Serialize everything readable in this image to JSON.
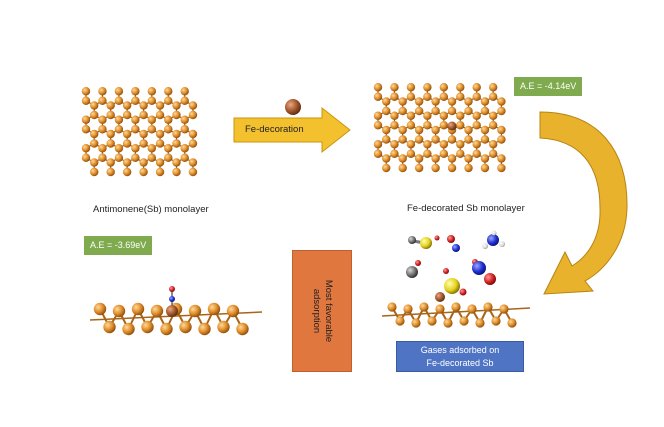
{
  "labels": {
    "pristine_caption": "Antimonene(Sb) monolayer",
    "decorated_caption": "Fe-decorated Sb monolayer",
    "decoration_arrow": "Fe-decoration",
    "ae_decorated": "A.E = -4.14eV",
    "ae_favorable": "A.E = -3.69eV",
    "favorable_line1": "Most favorable",
    "favorable_line2": "adsorption",
    "gases_line1": "Gases adsorbed on",
    "gases_line2": "Fe-decorated Sb"
  },
  "colors": {
    "sb_atom": "#e08e2a",
    "fe_atom": "#a65a2e",
    "arrow_yellow": "#f3c02e",
    "badge_green": "#7faa4e",
    "box_orange": "#e0773f",
    "box_blue": "#4f74c4"
  }
}
